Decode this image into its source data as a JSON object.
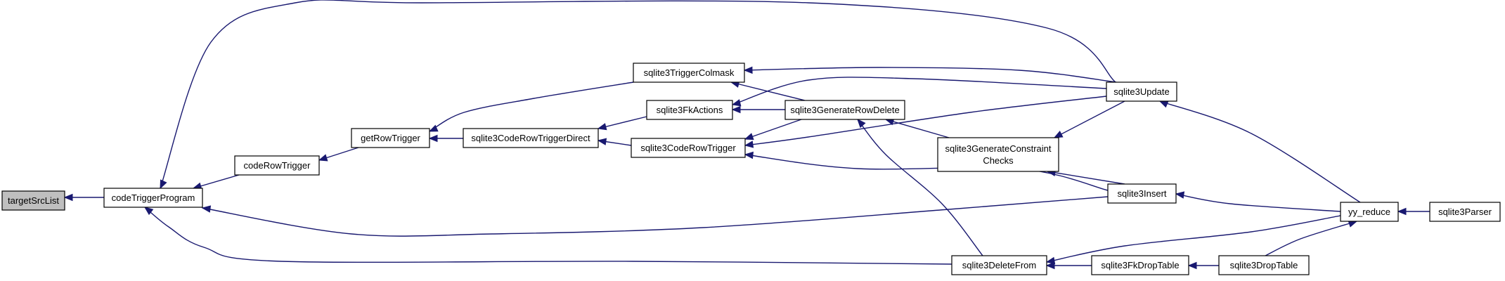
{
  "graph": {
    "root": "targetSrcList",
    "edge_color": "#191970",
    "root_fill": "#bfbfbf",
    "nodes": [
      {
        "id": "targetSrcList",
        "label": [
          "targetSrcList"
        ]
      },
      {
        "id": "codeTriggerProgram",
        "label": [
          "codeTriggerProgram"
        ]
      },
      {
        "id": "codeRowTrigger",
        "label": [
          "codeRowTrigger"
        ]
      },
      {
        "id": "getRowTrigger",
        "label": [
          "getRowTrigger"
        ]
      },
      {
        "id": "sqlite3CodeRowTriggerDirect",
        "label": [
          "sqlite3CodeRowTriggerDirect"
        ]
      },
      {
        "id": "sqlite3TriggerColmask",
        "label": [
          "sqlite3TriggerColmask"
        ]
      },
      {
        "id": "sqlite3FkActions",
        "label": [
          "sqlite3FkActions"
        ]
      },
      {
        "id": "sqlite3CodeRowTrigger",
        "label": [
          "sqlite3CodeRowTrigger"
        ]
      },
      {
        "id": "sqlite3GenerateRowDelete",
        "label": [
          "sqlite3GenerateRowDelete"
        ]
      },
      {
        "id": "sqlite3GenerateConstraintChecks",
        "label": [
          "sqlite3GenerateConstraint",
          "Checks"
        ]
      },
      {
        "id": "sqlite3Update",
        "label": [
          "sqlite3Update"
        ]
      },
      {
        "id": "sqlite3Insert",
        "label": [
          "sqlite3Insert"
        ]
      },
      {
        "id": "sqlite3DeleteFrom",
        "label": [
          "sqlite3DeleteFrom"
        ]
      },
      {
        "id": "sqlite3FkDropTable",
        "label": [
          "sqlite3FkDropTable"
        ]
      },
      {
        "id": "sqlite3DropTable",
        "label": [
          "sqlite3DropTable"
        ]
      },
      {
        "id": "yy_reduce",
        "label": [
          "yy_reduce"
        ]
      },
      {
        "id": "sqlite3Parser",
        "label": [
          "sqlite3Parser"
        ]
      }
    ],
    "edges": [
      {
        "from": "codeTriggerProgram",
        "to": "targetSrcList"
      },
      {
        "from": "codeRowTrigger",
        "to": "codeTriggerProgram"
      },
      {
        "from": "sqlite3Update",
        "to": "codeTriggerProgram"
      },
      {
        "from": "sqlite3Insert",
        "to": "codeTriggerProgram"
      },
      {
        "from": "sqlite3DeleteFrom",
        "to": "codeTriggerProgram"
      },
      {
        "from": "getRowTrigger",
        "to": "codeRowTrigger"
      },
      {
        "from": "sqlite3TriggerColmask",
        "to": "getRowTrigger"
      },
      {
        "from": "sqlite3CodeRowTriggerDirect",
        "to": "getRowTrigger"
      },
      {
        "from": "sqlite3FkActions",
        "to": "sqlite3CodeRowTriggerDirect"
      },
      {
        "from": "sqlite3CodeRowTrigger",
        "to": "sqlite3CodeRowTriggerDirect"
      },
      {
        "from": "sqlite3Update",
        "to": "sqlite3TriggerColmask"
      },
      {
        "from": "sqlite3GenerateRowDelete",
        "to": "sqlite3TriggerColmask"
      },
      {
        "from": "sqlite3Update",
        "to": "sqlite3FkActions"
      },
      {
        "from": "sqlite3GenerateRowDelete",
        "to": "sqlite3FkActions"
      },
      {
        "from": "sqlite3GenerateRowDelete",
        "to": "sqlite3CodeRowTrigger"
      },
      {
        "from": "sqlite3Update",
        "to": "sqlite3CodeRowTrigger"
      },
      {
        "from": "sqlite3Insert",
        "to": "sqlite3CodeRowTrigger"
      },
      {
        "from": "sqlite3GenerateConstraintChecks",
        "to": "sqlite3GenerateRowDelete"
      },
      {
        "from": "sqlite3DeleteFrom",
        "to": "sqlite3GenerateRowDelete"
      },
      {
        "from": "sqlite3Update",
        "to": "sqlite3GenerateConstraintChecks"
      },
      {
        "from": "sqlite3Insert",
        "to": "sqlite3GenerateConstraintChecks"
      },
      {
        "from": "yy_reduce",
        "to": "sqlite3Update"
      },
      {
        "from": "yy_reduce",
        "to": "sqlite3Insert"
      },
      {
        "from": "yy_reduce",
        "to": "sqlite3DeleteFrom"
      },
      {
        "from": "sqlite3FkDropTable",
        "to": "sqlite3DeleteFrom"
      },
      {
        "from": "sqlite3DropTable",
        "to": "sqlite3FkDropTable"
      },
      {
        "from": "sqlite3DropTable",
        "to": "yy_reduce"
      },
      {
        "from": "sqlite3Parser",
        "to": "yy_reduce"
      }
    ]
  }
}
